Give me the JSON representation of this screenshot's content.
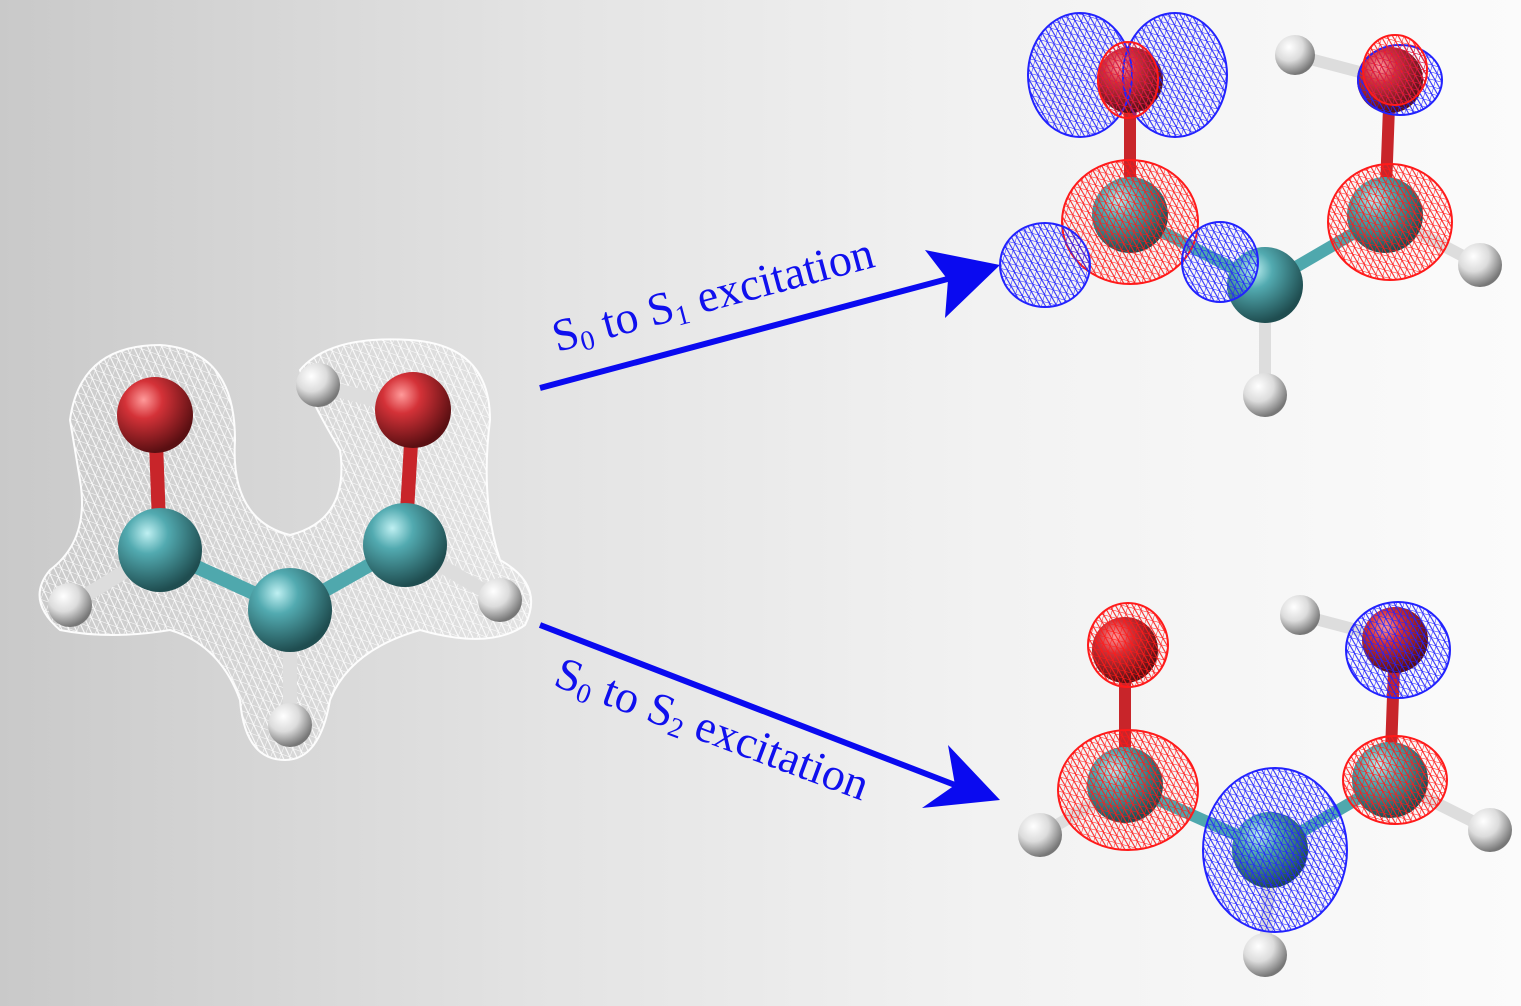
{
  "labels": {
    "s1": {
      "a": "S",
      "a_sub": "0",
      "b": " to S",
      "b_sub": "1",
      "c": " excitation"
    },
    "s2": {
      "a": "S",
      "a_sub": "0",
      "b": " to S",
      "b_sub": "2",
      "c": " excitation"
    }
  },
  "colors": {
    "arrow": "#0a0af0",
    "oxygen": "#c8252a",
    "carbon": "#4fa8ad",
    "hydrogen": "#e8e8e8",
    "positive_lobe": "#ff1a1a",
    "negative_lobe": "#2222ff",
    "density_mesh": "#ffffff"
  }
}
